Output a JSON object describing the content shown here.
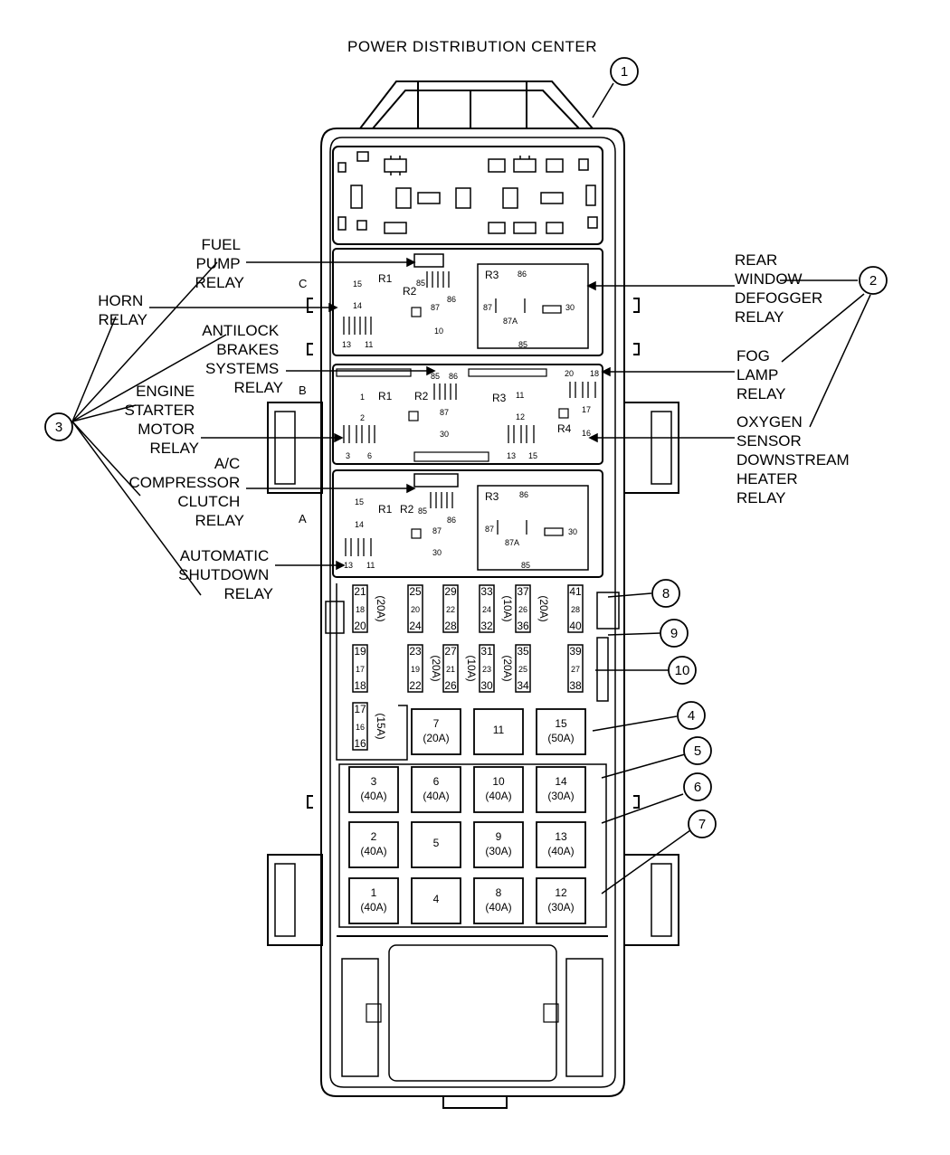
{
  "title": "POWER DISTRIBUTION CENTER",
  "callouts": [
    "1",
    "2",
    "3",
    "4",
    "5",
    "6",
    "7",
    "8",
    "9",
    "10"
  ],
  "labels": {
    "fuel_pump_relay": [
      "FUEL",
      "PUMP",
      "RELAY"
    ],
    "horn_relay": [
      "HORN",
      "RELAY"
    ],
    "antilock_brakes_relay": [
      "ANTILOCK",
      "BRAKES",
      "SYSTEMS",
      "RELAY"
    ],
    "engine_starter_relay": [
      "ENGINE",
      "STARTER",
      "MOTOR",
      "RELAY"
    ],
    "ac_compressor_relay": [
      "A/C",
      "COMPRESSOR",
      "CLUTCH",
      "RELAY"
    ],
    "auto_shutdown_relay": [
      "AUTOMATIC",
      "SHUTDOWN",
      "RELAY"
    ],
    "rear_window_defogger_relay": [
      "REAR",
      "WINDOW",
      "DEFOGGER",
      "RELAY"
    ],
    "fog_lamp_relay": [
      "FOG",
      "LAMP",
      "RELAY"
    ],
    "oxygen_sensor_relay": [
      "OXYGEN",
      "SENSOR",
      "DOWNSTREAM",
      "HEATER",
      "RELAY"
    ]
  },
  "section_letters": {
    "c": "C",
    "b": "B",
    "a": "A"
  },
  "relay_blocks": {
    "c": {
      "r1": "R1",
      "r2": "R2",
      "r3": "R3",
      "pins_left": [
        "15",
        "14",
        "13",
        "11"
      ],
      "pins_r2": [
        "85",
        "86",
        "87",
        "10"
      ],
      "pins_r3": [
        "86",
        "87",
        "87A",
        "30",
        "85"
      ]
    },
    "b": {
      "r1": "R1",
      "r2": "R2",
      "r3": "R3",
      "r4": "R4",
      "pins_left": [
        "1",
        "2",
        "3",
        "6"
      ],
      "pins_r2": [
        "85",
        "86",
        "87",
        "30"
      ],
      "pins_r3": [
        "11",
        "12",
        "13",
        "15"
      ],
      "pins_r4": [
        "20",
        "18",
        "17",
        "16"
      ]
    },
    "a": {
      "r1": "R1",
      "r2": "R2",
      "r3": "R3",
      "pins_left": [
        "15",
        "14",
        "13",
        "11"
      ],
      "pins_r2": [
        "85",
        "86",
        "87",
        "30"
      ],
      "pins_r3": [
        "86",
        "87",
        "87A",
        "30",
        "85"
      ]
    }
  },
  "mini_fuses_row1": [
    {
      "top": "21",
      "mid": "18",
      "bot": "20",
      "rating": "(20A)"
    },
    {
      "top": "25",
      "mid": "20",
      "bot": "24",
      "rating": ""
    },
    {
      "top": "29",
      "mid": "22",
      "bot": "28",
      "rating": ""
    },
    {
      "top": "33",
      "mid": "24",
      "bot": "32",
      "rating": "(10A)"
    },
    {
      "top": "37",
      "mid": "26",
      "bot": "36",
      "rating": "(20A)"
    },
    {
      "top": "41",
      "mid": "28",
      "bot": "40",
      "rating": ""
    }
  ],
  "mini_fuses_row2": [
    {
      "top": "19",
      "mid": "17",
      "bot": "18",
      "rating": ""
    },
    {
      "top": "23",
      "mid": "19",
      "bot": "22",
      "rating": "(20A)"
    },
    {
      "top": "27",
      "mid": "21",
      "bot": "26",
      "rating": "(10A)"
    },
    {
      "top": "31",
      "mid": "23",
      "bot": "30",
      "rating": "(20A)"
    },
    {
      "top": "35",
      "mid": "25",
      "bot": "34",
      "rating": ""
    },
    {
      "top": "39",
      "mid": "27",
      "bot": "38",
      "rating": ""
    }
  ],
  "mini_fuse_row3": {
    "top": "17",
    "mid": "16",
    "bot": "16",
    "rating": "(15A)"
  },
  "maxi_fuses": [
    [
      {
        "num": "7",
        "rating": "(20A)"
      },
      {
        "num": "11",
        "rating": ""
      },
      {
        "num": "15",
        "rating": "(50A)"
      }
    ],
    [
      {
        "num": "3",
        "rating": "(40A)"
      },
      {
        "num": "6",
        "rating": "(40A)"
      },
      {
        "num": "10",
        "rating": "(40A)"
      },
      {
        "num": "14",
        "rating": "(30A)"
      }
    ],
    [
      {
        "num": "2",
        "rating": "(40A)"
      },
      {
        "num": "5",
        "rating": ""
      },
      {
        "num": "9",
        "rating": "(30A)"
      },
      {
        "num": "13",
        "rating": "(40A)"
      }
    ],
    [
      {
        "num": "1",
        "rating": "(40A)"
      },
      {
        "num": "4",
        "rating": ""
      },
      {
        "num": "8",
        "rating": "(40A)"
      },
      {
        "num": "12",
        "rating": "(30A)"
      }
    ]
  ]
}
